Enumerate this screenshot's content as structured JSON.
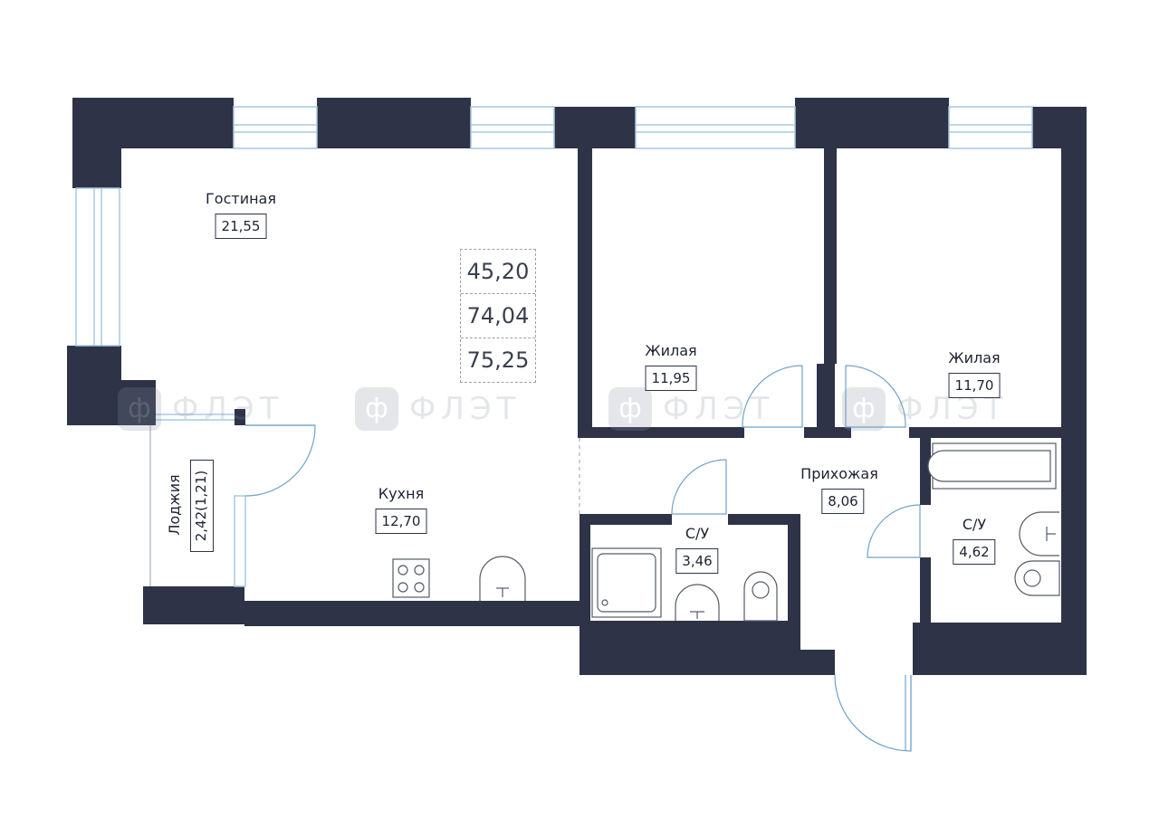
{
  "colors": {
    "wall": "#2e3347",
    "window": "#a8c8e0",
    "door_arc": "#6fa3c8",
    "fixture": "#555a66"
  },
  "totals": {
    "living_area": "45,20",
    "total_area": "74,04",
    "total_with_loggia": "75,25"
  },
  "rooms": {
    "living_room": {
      "name": "Гостиная",
      "area": "21,55"
    },
    "bedroom_1": {
      "name": "Жилая",
      "area": "11,95"
    },
    "bedroom_2": {
      "name": "Жилая",
      "area": "11,70"
    },
    "kitchen": {
      "name": "Кухня",
      "area": "12,70"
    },
    "hallway": {
      "name": "Прихожая",
      "area": "8,06"
    },
    "bathroom_1": {
      "name": "С/У",
      "area": "3,46"
    },
    "bathroom_2": {
      "name": "С/У",
      "area": "4,62"
    },
    "loggia": {
      "name": "Лоджия",
      "area": "2,42(1,21)"
    }
  },
  "watermark": {
    "logo_letter": "ф",
    "text": "ФЛЭТ"
  }
}
